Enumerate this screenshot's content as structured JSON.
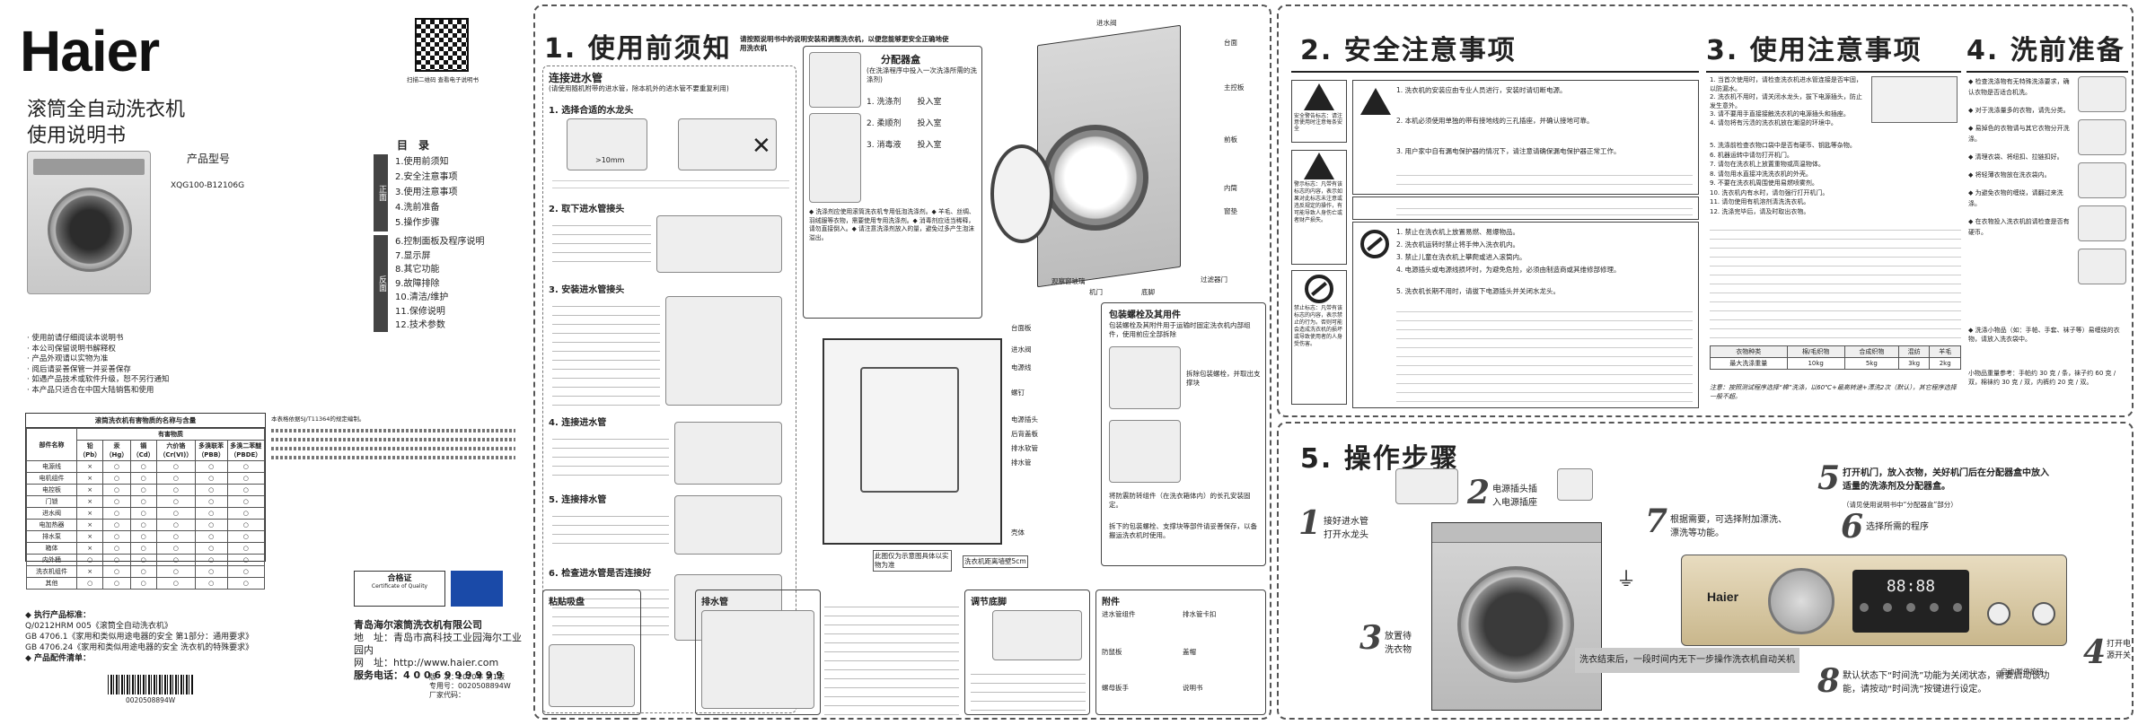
{
  "brand": {
    "logo": "Haier",
    "accent": "#1a1a1a"
  },
  "cover": {
    "title_line1": "滚筒全自动洗衣机",
    "title_line2": "使用说明书",
    "model_label": "产品型号",
    "model": "XQG100-B12106G",
    "notes": [
      "· 使用前请仔细阅读本说明书",
      "· 本公司保留说明书解释权",
      "· 产品外观请以实物为准",
      "· 阅后请妥善保管一并妥善保存",
      "· 如遇产品技术或软件升级，恕不另行通知",
      "· 本产品只适合在中国大陆销售和使用"
    ],
    "qr_caption": "扫描二维码 查看电子说明书",
    "toc_title": "目　录",
    "toc_front_label": "正面",
    "toc_back_label": "反面",
    "toc_front": [
      "1.使用前须知",
      "2.安全注意事项",
      "3.使用注意事项",
      "4.洗前准备",
      "5.操作步骤"
    ],
    "toc_back": [
      "6.控制面板及程序说明",
      "7.显示屏",
      "8.其它功能",
      "9.故障排除",
      "10.清洁/维护",
      "11.保修说明",
      "12.技术参数"
    ]
  },
  "hazard_table": {
    "title": "滚筒洗衣机有害物质的名称与含量",
    "side_note": "本表格依据SJ/T11364的规定编制。",
    "group_header": "有害物质",
    "headers": [
      "部件名称",
      "铅（Pb）",
      "汞（Hg）",
      "镉（Cd）",
      "六价铬（Cr(VI)）",
      "多溴联苯（PBB）",
      "多溴二苯醚（PBDE）"
    ],
    "rows": [
      [
        "电源线",
        "×",
        "○",
        "○",
        "○",
        "○",
        "○"
      ],
      [
        "电机组件",
        "×",
        "○",
        "○",
        "○",
        "○",
        "○"
      ],
      [
        "电控板",
        "×",
        "○",
        "○",
        "○",
        "○",
        "○"
      ],
      [
        "门锁",
        "×",
        "○",
        "○",
        "○",
        "○",
        "○"
      ],
      [
        "进水阀",
        "×",
        "○",
        "○",
        "○",
        "○",
        "○"
      ],
      [
        "电加热器",
        "×",
        "○",
        "○",
        "○",
        "○",
        "○"
      ],
      [
        "排水泵",
        "×",
        "○",
        "○",
        "○",
        "○",
        "○"
      ],
      [
        "箱体",
        "×",
        "○",
        "○",
        "○",
        "○",
        "○"
      ],
      [
        "内外桶",
        "○",
        "○",
        "○",
        "○",
        "○",
        "○"
      ],
      [
        "洗衣机组件",
        "×",
        "○",
        "○",
        "○",
        "○",
        "○"
      ],
      [
        "其他",
        "○",
        "○",
        "○",
        "○",
        "○",
        "○"
      ]
    ]
  },
  "standards": {
    "title": "◆ 执行产品标准：",
    "items": [
      "Q/0212HRM 005《滚筒全自动洗衣机》",
      "GB 4706.1《家用和类似用途电器的安全 第1部分：通用要求》",
      "GB 4706.24《家用和类似用途电器的安全 洗衣机的特殊要求》"
    ],
    "accessory": "◆ 产品配件清单：",
    "cert_title": "合格证",
    "cert_sub": "Certificate of Quality",
    "company": "青岛海尔滚筒洗衣机有限公司",
    "address": "地　址：青岛市高科技工业园海尔工业园内",
    "website": "网　址：http://www.haier.com",
    "hotline": "服务电话：4 0 0 6  9 9 9  9 9 9",
    "version_label": "版　次：2020年 第1版",
    "code_label": "专用号：0020508894W",
    "factory": "厂家代码：",
    "barcode": "0020508894W"
  },
  "section1": {
    "title": "1. 使用前须知",
    "intro": "请按照说明书中的说明安装和调整洗衣机，以便您能够更安全正确地使用洗衣机",
    "water_title": "连接进水管",
    "water_sub": "(请使用随机附带的进水管，除本机外的进水管不要重复利用)",
    "steps": [
      "1. 选择合适的水龙头",
      "2. 取下进水管接头",
      "3. 安装进水管接头",
      "4. 连接进水管",
      "5. 连接排水管",
      "6. 检查进水管是否连接好"
    ],
    "distance": ">10mm",
    "detergent_title": "分配器盒",
    "detergent_sub": "(在洗涤程序中投入一次洗涤所需的洗涤剂)",
    "detergent_items": [
      "1. 洗涤剂　　投入室",
      "2. 柔顺剂　　投入室",
      "3. 消毒液　　投入室"
    ],
    "detergent_notes": "◆ 洗涤剂应使用滚筒洗衣机专用低泡洗涤剂。◆ 羊毛、丝绸、羽绒服等衣物，需要使用专用洗涤剂。◆ 消毒剂应适当稀释，请勿直接倒入。◆ 请注意洗涤剂放入的量，避免过多产生泡沫溢出。",
    "parts_labels": [
      "进水阀",
      "电源线",
      "台面",
      "主控板",
      "前板",
      "内筒",
      "窗垫",
      "机门",
      "观察窗玻璃",
      "底脚",
      "过滤器门"
    ],
    "back_labels": [
      "台面板",
      "进水阀",
      "电源线",
      "螺钉",
      "电源插头",
      "后背盖板",
      "排水软管",
      "排水管",
      "壳体"
    ],
    "back_note": "此图仅为示意图具体以实物为准",
    "back_label2": "洗衣机距离墙壁5cm",
    "bolt_title": "包装螺栓及其用件",
    "bolt_note": "包装螺栓及其附件用于运输时固定洗衣机内部组件，使用前应全部拆除",
    "bolt_step1": "拆除包装螺栓，并取出支撑块",
    "bolt_step2": "将防震防转组件（在洗衣箱体内）的长孔安装固定。",
    "bolt_step3": "拆下的包装螺栓、支撑块等部件请妥善保存，以备搬运洗衣机时使用。",
    "label_sticker": "粘贴吸盘",
    "drain_title": "排水管",
    "leveling_title": "调节底脚",
    "accessory_title": "附件",
    "accessories": [
      "进水管组件",
      "排水管卡扣",
      "防鼠板",
      "盖帽",
      "螺母扳手",
      "说明书"
    ]
  },
  "section2": {
    "title": "2. 安全注意事项",
    "warn_label": "安全警告标志：请注意使用时注意每条安全",
    "warn_caption": "警示标志：凡带有该标志的内容，表示如果对此标志未注意或违反规定的操作，有可能导致人身伤亡或者财产损失。",
    "forbid_caption": "禁止标志：凡带有该标志的内容，表示禁止的行为。否则可能会造成洗衣机的损坏或导致使用者的人身受伤害。",
    "bullets": [
      "1. 洗衣机的安装应由专业人员进行，安装时请切断电源。",
      "2. 本机必须使用单独的带有接地线的三孔插座，并确认接地可靠。",
      "3. 用户家中自有漏电保护器的情况下，请注意请确保漏电保护器正常工作。",
      "1. 禁止在洗衣机上放置易燃、易爆物品。",
      "2. 洗衣机运转时禁止将手伸入洗衣机内。",
      "3. 禁止儿童在洗衣机上攀爬或进入滚筒内。",
      "4. 电源插头或电源线损坏时，为避免危险，必须由制造商或其维修部修理。",
      "5. 洗衣机长期不用时，请拔下电源插头并关闭水龙头。"
    ]
  },
  "section3": {
    "title": "3. 使用注意事项",
    "paras": [
      "1. 当首次使用时，请检查洗衣机进水管连接是否牢固，以防漏水。",
      "2. 洗衣机不用时，请关闭水龙头，拔下电源插头，防止发生意外。",
      "3. 请不要用手直接接触洗衣机的电源插头和插座。",
      "4. 请勿将有污渍的洗衣机放在潮湿的环境中。",
      "5. 洗涤前检查衣物口袋中是否有硬币、钥匙等杂物。",
      "6. 机器运转中请勿打开机门。",
      "7. 请勿在洗衣机上放置重物或高温物体。",
      "8. 请勿用水直接冲洗洗衣机的外壳。",
      "9. 不要在洗衣机周围使用易燃喷雾剂。",
      "10. 洗衣机内有水时，请勿强行打开机门。",
      "11. 请勿使用有机溶剂清洗洗衣机。",
      "12. 洗涤完毕后，请及时取出衣物。"
    ],
    "table_headers": [
      "衣物种类",
      "棉/毛织物",
      "合成织物",
      "混纺",
      "羊毛"
    ],
    "table_row": [
      "最大洗涤重量",
      "10kg",
      "5kg",
      "3kg",
      "2kg"
    ],
    "note": "注意：按照测试程序选择“棉”洗涤，以60℃+最高转速+漂洗2次（默认），其它程序选择一般不超。"
  },
  "section4": {
    "title": "4. 洗前准备",
    "items": [
      "◆ 检查洗涤物有无特殊洗涤要求，确认衣物是否适合机洗。",
      "◆ 对于洗涤量多的衣物，请先分类。",
      "◆ 易掉色的衣物请与其它衣物分开洗涤。",
      "◆ 清理衣袋、将纽扣、拉链扣好。",
      "◆ 将轻薄衣物放在洗衣袋内。",
      "◆ 为避免衣物的缠绕，请翻过来洗涤。",
      "◆ 在衣物投入洗衣机前请检查是否有硬币。",
      "◆ 洗涤小物品（如：手帕、手套、袜子等）易缠绕的衣物，请放入洗衣袋中。"
    ],
    "note2": "小物品重量参考：手帕约 30 克 / 条，袜子约 60 克 / 双，棉袜约 30 克 / 双，内裤约 20 克 / 双。"
  },
  "section5": {
    "title": "5. 操作步骤",
    "steps": [
      {
        "num": "1",
        "text": "接好进水管\n打开水龙头"
      },
      {
        "num": "2",
        "text": "电源插头插\n入电源插座"
      },
      {
        "num": "3",
        "text": "放置待\n洗衣物"
      },
      {
        "num": "4",
        "text": "打开电\n源开关"
      },
      {
        "num": "5",
        "text": "打开机门，放入衣物，关好机门后在分配器盒中放入适量的洗涤剂及分配器盒。"
      },
      {
        "num": "6",
        "text": "选择所需的程序"
      },
      {
        "num": "7",
        "text": "根据需要，可选择附加漂洗、漂洗等功能。"
      },
      {
        "num": "8",
        "text": "默认状态下“时间洗”功能为关闭状态，需要启动该功能，请按动“时间洗”按键进行设定。"
      }
    ],
    "finish_banner": "洗衣结束后，一段时间内无下一步操作洗衣机自动关机",
    "panel_brand": "Haier",
    "panel_display": "88:88",
    "start_label": "启动/暂停按钮",
    "note_small": "（请见使用说明书中“分配器盒”部分）"
  }
}
